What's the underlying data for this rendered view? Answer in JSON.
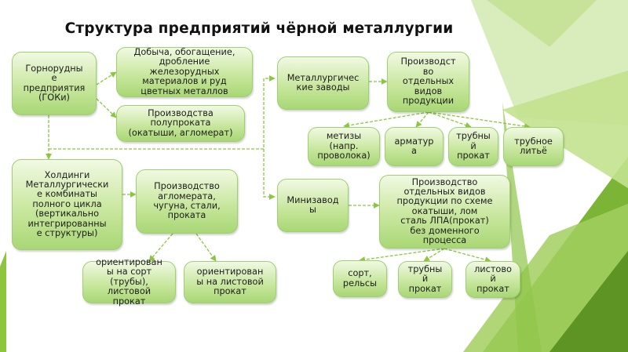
{
  "slide": {
    "title": "Структура предприятий чёрной металлургии"
  },
  "colors": {
    "box_border": "#9fcf6e",
    "box_fill_top": "#f1f9e3",
    "box_fill_bottom": "#a9d775",
    "connector": "#8cc63f",
    "decor_green_dark": "#6aa12a",
    "decor_green_light": "#b9dc7c"
  },
  "nodes": {
    "gok": "Горнорудны\nе\nпредприятия\n(ГОКи)",
    "mining": "Добыча, обогащение,\nдробление\nжелезорудных\nматериалов и руд\nцветных металлов",
    "semi": "Производства\nполупроката\n(окатыши, агломерат)",
    "holdings": "Холдинги\nМеталлургически\nе комбинаты\nполного цикла\n(вертикально\nинтегрированны\nе структуры)",
    "aggl": "Производство\nагломерата,\nчугуна, стали,\nпроката",
    "sort_oriented": "ориентирован\nы на сорт\n(трубы),\nлистовой\nпрокат",
    "sheet_oriented": "ориентирован\nы на  листовой\nпрокат",
    "metal_plants": "Металлургичес\nкие заводы",
    "separate": "Производст\nво\nотдельных\nвидов\nпродукции",
    "hardware": "метизы\n(напр.\nпроволока)",
    "rebar": "арматур\nа",
    "pipe": "трубны\nй\nпрокат",
    "pipe_cast": "трубное\nлитьё",
    "mini": "Минизавод\nы",
    "mini_desc": "Производство\nотдельных видов\nпродукции по схеме\nокатыши, лом\nсталь       ЛПА(прокат)\nбез доменного\nпроцесса",
    "sort_rails": "сорт,\nрельсы",
    "mini_pipe": "трубны\nй\nпрокат",
    "mini_sheet": "листово\nй\nпрокат"
  }
}
